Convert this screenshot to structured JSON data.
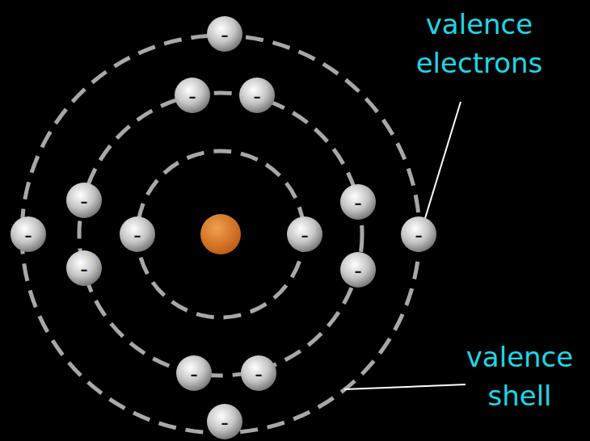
{
  "diagram": {
    "nodes": [
      {
        "text": [
          "–"
        ]
      },
      {
        "text": [
          "–"
        ]
      },
      {
        "text": [
          "–"
        ]
      },
      {
        "text": [
          "–"
        ]
      },
      {
        "text": [
          "–"
        ]
      },
      {
        "text": [
          "–"
        ]
      },
      {
        "text": [
          "–"
        ]
      },
      {
        "text": [
          "–"
        ]
      },
      {
        "text": [
          "–"
        ]
      },
      {
        "text": [
          "–"
        ]
      },
      {
        "text": [
          "–"
        ]
      },
      {
        "text": [
          "–"
        ]
      },
      {
        "text": [
          "–"
        ]
      },
      {
        "text": [
          "–"
        ]
      }
    ],
    "labels": [
      "valence electrons",
      "valence shell"
    ]
  }
}
